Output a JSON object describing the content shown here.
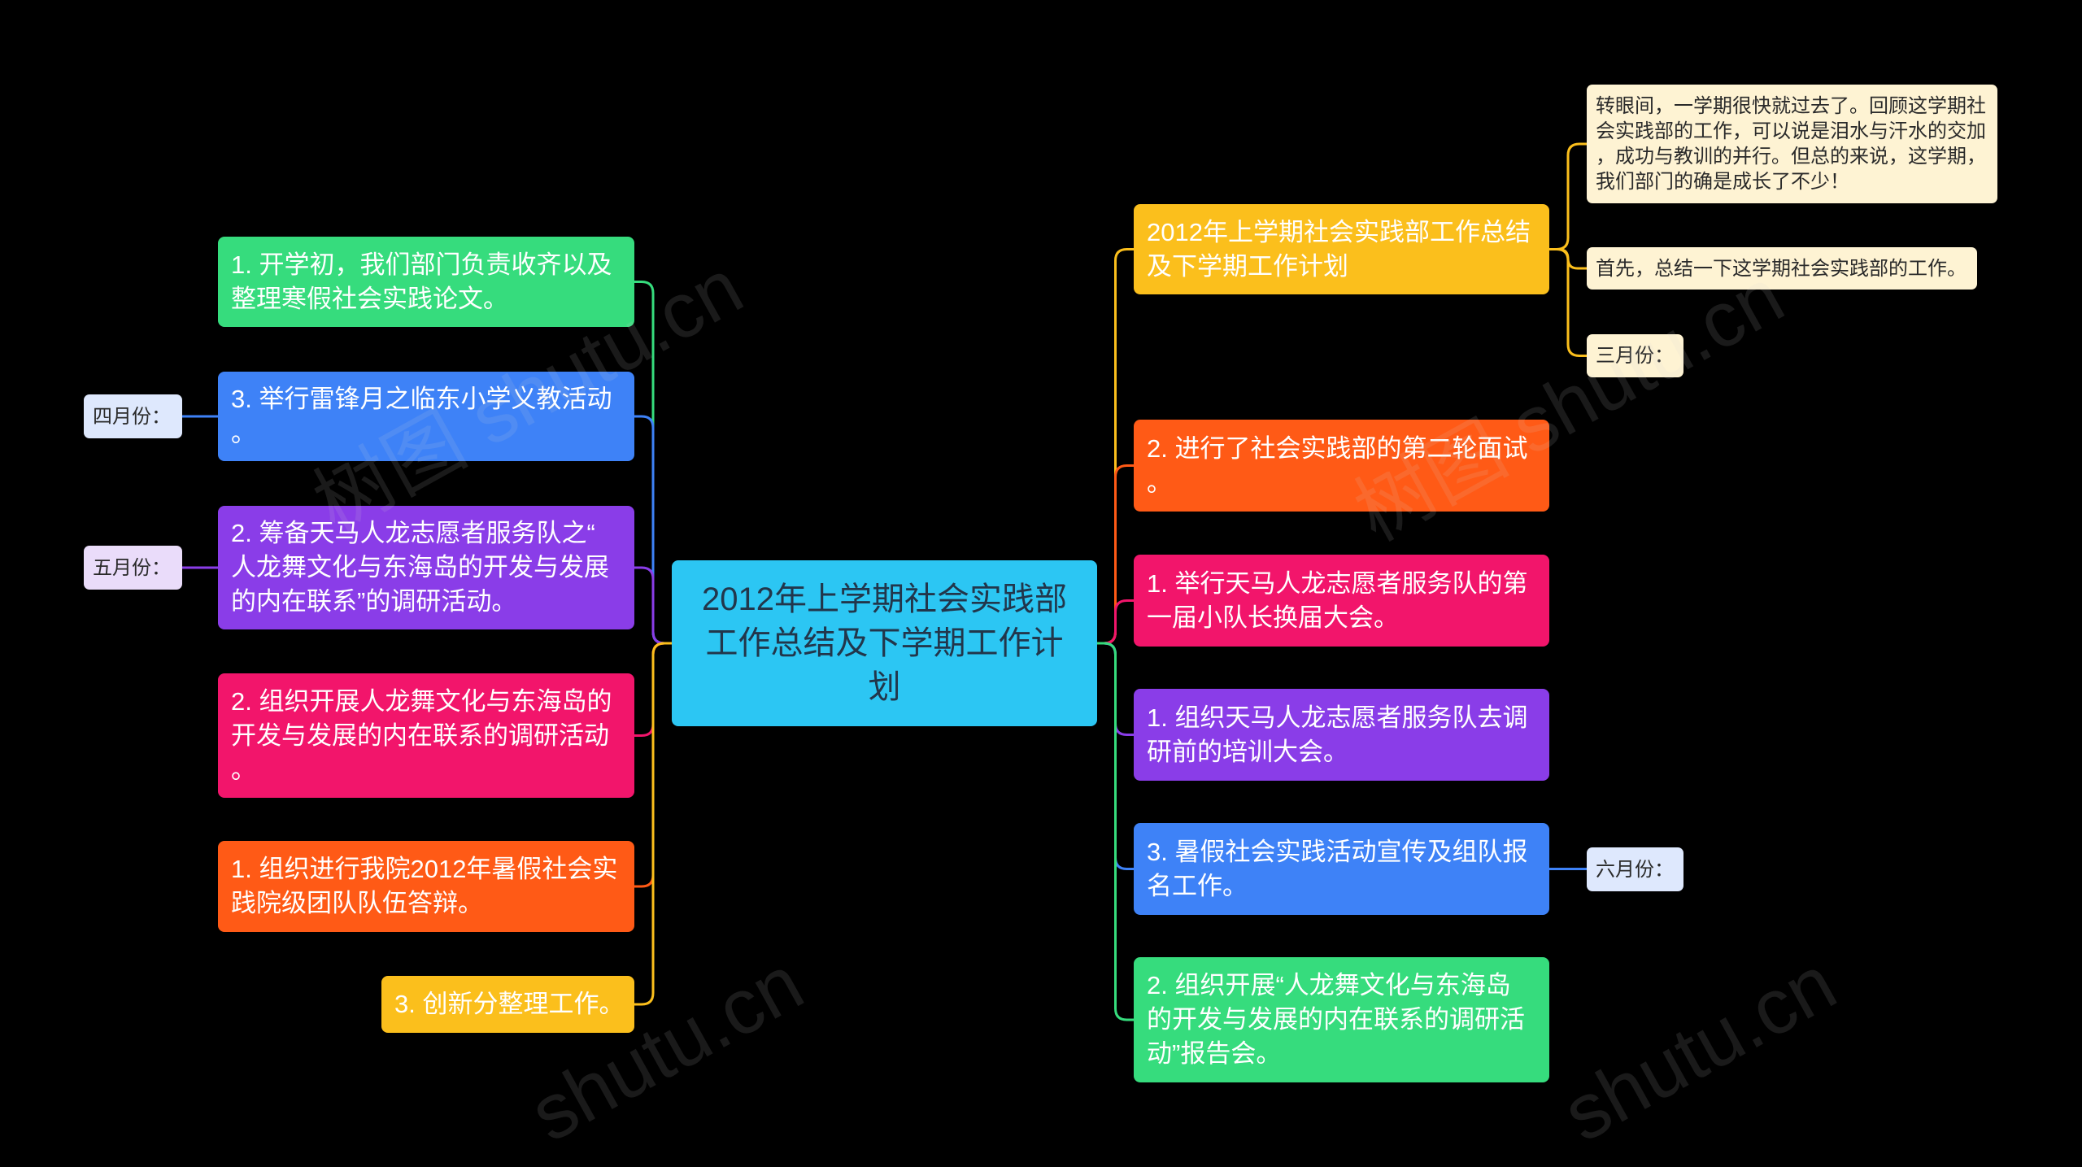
{
  "background": "#000000",
  "center": {
    "text": "2012年上学期社会实践部\n工作总结及下学期工作计\n划",
    "color": "#2CC6F3"
  },
  "left_branches": [
    {
      "text": "1. 开学初，我们部门负责收齐以及\n整理寒假社会实践论文。",
      "color": "#36DC7D"
    },
    {
      "text": "3. 举行雷锋月之临东小学义教活动\n。",
      "color": "#3E82F7",
      "children": [
        {
          "text": "四月份：",
          "color": "#DEE8FD"
        }
      ]
    },
    {
      "text": "2. 筹备天马人龙志愿者服务队之“\n人龙舞文化与东海岛的开发与发展\n的内在联系”的调研活动。",
      "color": "#8A3DE8",
      "children": [
        {
          "text": "五月份：",
          "color": "#EADCFA"
        }
      ]
    },
    {
      "text": "2. 组织开展人龙舞文化与东海岛的\n开发与发展的内在联系的调研活动\n。",
      "color": "#F2156B"
    },
    {
      "text": "1. 组织进行我院2012年暑假社会实\n践院级团队队伍答辩。",
      "color": "#FF5A16"
    },
    {
      "text": "3. 创新分整理工作。",
      "color": "#FBBF1C"
    }
  ],
  "right_branches": [
    {
      "text": "2012年上学期社会实践部工作总结\n及下学期工作计划",
      "color": "#FBBF1C",
      "children": [
        {
          "text": "转眼间，一学期很快就过去了。回顾这学期社\n会实践部的工作，可以说是泪水与汗水的交加\n，成功与教训的并行。但总的来说，这学期，\n我们部门的确是成长了不少！",
          "color": "#FEF3D3"
        },
        {
          "text": "首先，总结一下这学期社会实践部的工作。",
          "color": "#FEF3D3"
        },
        {
          "text": "三月份：",
          "color": "#FEF3D3"
        }
      ]
    },
    {
      "text": "2. 进行了社会实践部的第二轮面试\n。",
      "color": "#FF5A16"
    },
    {
      "text": "1. 举行天马人龙志愿者服务队的第\n一届小队长换届大会。",
      "color": "#F2156B"
    },
    {
      "text": "1. 组织天马人龙志愿者服务队去调\n研前的培训大会。",
      "color": "#8A3DE8"
    },
    {
      "text": "3. 暑假社会实践活动宣传及组队报\n名工作。",
      "color": "#3E82F7",
      "children": [
        {
          "text": "六月份：",
          "color": "#DEE8FD"
        }
      ]
    },
    {
      "text": "2. 组织开展“人龙舞文化与东海岛\n的开发与发展的内在联系的调研活\n动”报告会。",
      "color": "#36DC7D"
    }
  ],
  "watermark": {
    "brand": "树图",
    "domain": "shutu.cn"
  }
}
